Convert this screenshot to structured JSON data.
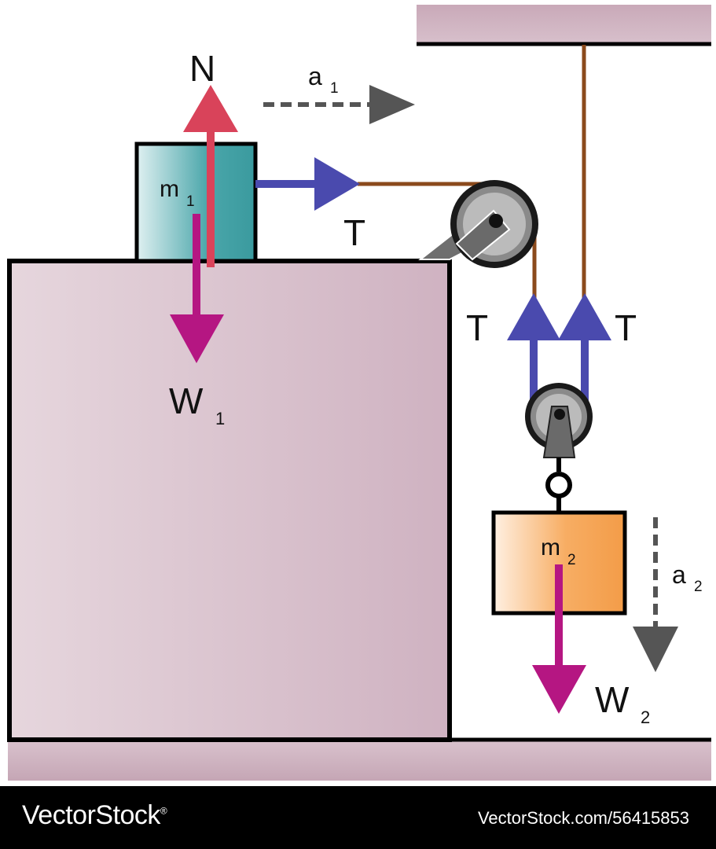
{
  "labels": {
    "normal": "N",
    "accel1": "a",
    "accel1_sub": "1",
    "mass1": "m",
    "mass1_sub": "1",
    "tension_top": "T",
    "tension_left": "T",
    "tension_right": "T",
    "weight1": "W",
    "weight1_sub": "1",
    "mass2": "m",
    "mass2_sub": "2",
    "accel2": "a",
    "accel2_sub": "2",
    "weight2": "W",
    "weight2_sub": "2"
  },
  "footer": {
    "brand": "VectorStock",
    "brand_mark": "®",
    "url": "VectorStock.com/56415853"
  },
  "colors": {
    "tension_arrow": "#4a4aae",
    "normal_arrow": "#d9435a",
    "weight_arrow": "#b51682",
    "accel_arrow": "#555555",
    "rope": "#8b4a1c",
    "table": "#d2b6c4",
    "block1": "#4aa6aa",
    "block2": "#f6a654",
    "pulley": "#7a7a7a"
  }
}
